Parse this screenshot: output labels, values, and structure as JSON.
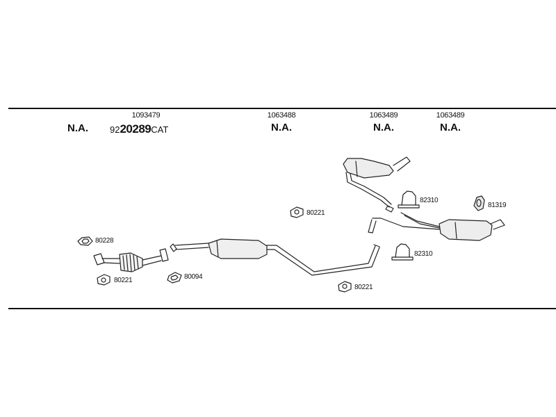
{
  "columns": [
    {
      "part_number": "1093479",
      "status": "N.A."
    },
    {
      "part_number": "1063488",
      "status": "N.A."
    },
    {
      "part_number": "1063489",
      "status": "N.A."
    },
    {
      "part_number": "1063489",
      "status": "N.A."
    }
  ],
  "first_column_status": "N.A.",
  "catalytic_code": {
    "prefix": "92",
    "main": "20289",
    "suffix": "CAT"
  },
  "part_labels": {
    "gasket_front": "80228",
    "clamp_cat_lower": "80221",
    "gasket_mid": "80094",
    "clamp_center": "80221",
    "clamp_pipe": "80221",
    "clamp_rear_upper": "82310",
    "clamp_rear_lower": "82310",
    "hanger_rear": "81319"
  }
}
